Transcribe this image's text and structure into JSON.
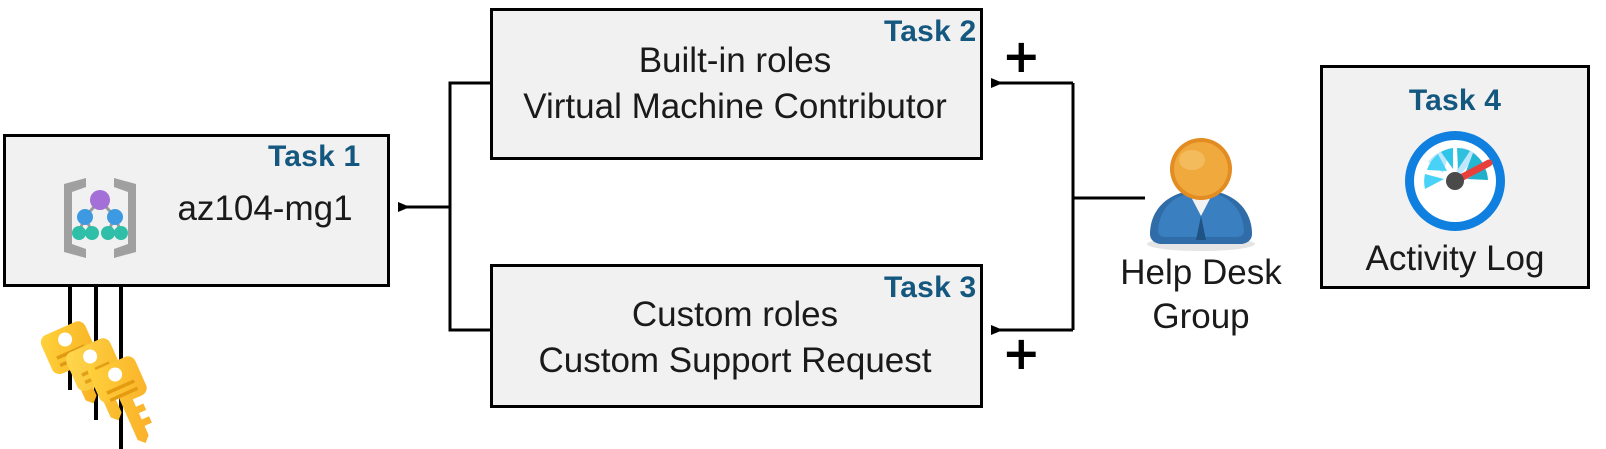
{
  "diagram": {
    "title": "Azure RBAC task diagram",
    "background_color": "#ffffff",
    "box_fill": "#f1f1f1",
    "box_border": "#000000",
    "task_label_color": "#14577f",
    "connector_color": "#000000"
  },
  "boxes": [
    {
      "id": "task1",
      "task_label": "Task 1",
      "text_line1": "az104-mg1",
      "text_line2": "",
      "icon": "management-group-icon"
    },
    {
      "id": "task2",
      "task_label": "Task 2",
      "text_line1": "Built-in roles",
      "text_line2": "Virtual Machine Contributor",
      "icon": ""
    },
    {
      "id": "task3",
      "task_label": "Task 3",
      "text_line1": "Custom roles",
      "text_line2": "Custom Support Request",
      "icon": ""
    },
    {
      "id": "task4",
      "task_label": "Task 4",
      "text_line1": "Activity Log",
      "text_line2": "",
      "icon": "activity-log-gauge-icon"
    }
  ],
  "actor": {
    "icon": "user-group-icon",
    "caption_line1": "Help Desk",
    "caption_line2": "Group"
  },
  "keys": {
    "icon": "keys-icon",
    "count": 3
  },
  "operators": {
    "plus_top": "+",
    "plus_bottom": "+"
  },
  "icon_colors": {
    "key_gold": "#ffc20e",
    "key_amber": "#f5a623",
    "user_head": "#efa33b",
    "user_body": "#2f6ca8",
    "gauge_ring": "#0f7fe0",
    "gauge_needle": "#e8413c",
    "mg_bracket": "#a0a0a0",
    "mg_node_purple": "#a46fd6",
    "mg_node_blue": "#3d9ae2",
    "mg_node_teal": "#2fbfa8"
  }
}
